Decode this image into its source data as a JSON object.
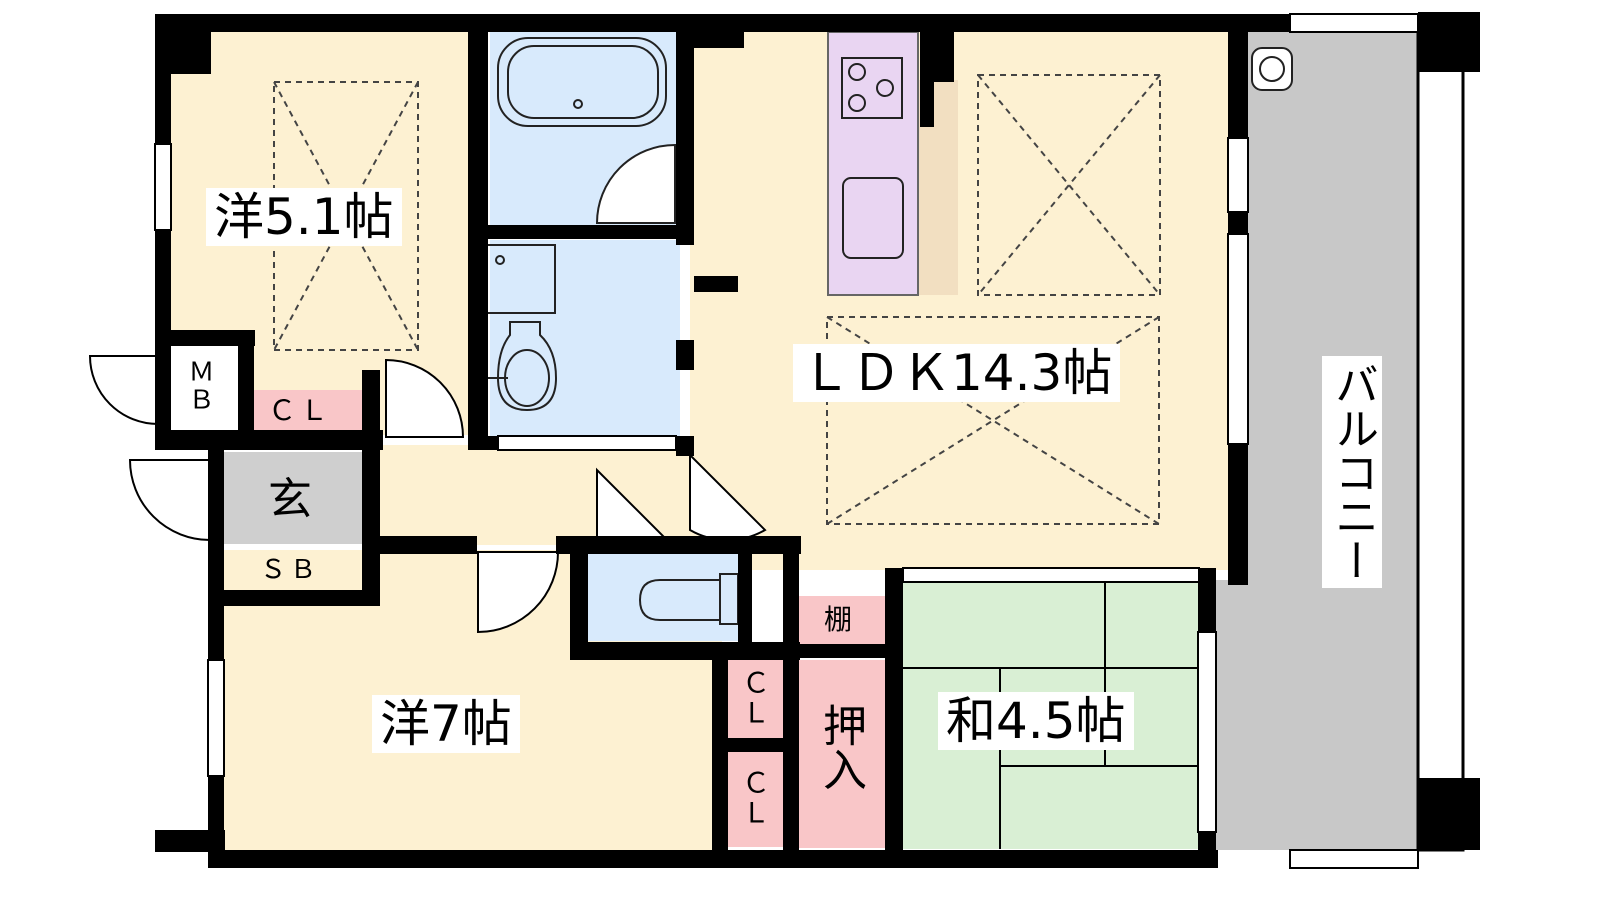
{
  "rooms": {
    "western_51": "洋5.1帖",
    "ldk": "ＬＤＫ14.3帖",
    "western_7": "洋7帖",
    "japanese": "和4.5帖",
    "balcony": "バルコニー",
    "entrance": "玄",
    "mb": "ＭＢ",
    "cl_top": "ＣＬ",
    "sb": "ＳＢ",
    "cl_1": "ＣＬ",
    "cl_2": "ＣＬ",
    "shelf": "棚",
    "oshiire": "押入"
  },
  "colors": {
    "wood": "#fdf1d2",
    "wet": "#d8eafc",
    "tatami": "#d9efd4",
    "storage": "#f9c6c8",
    "balcony": "#c8c8c8",
    "entrance": "#cfcfcf",
    "kitchen": "#e9d5f2",
    "wall": "#000000"
  }
}
